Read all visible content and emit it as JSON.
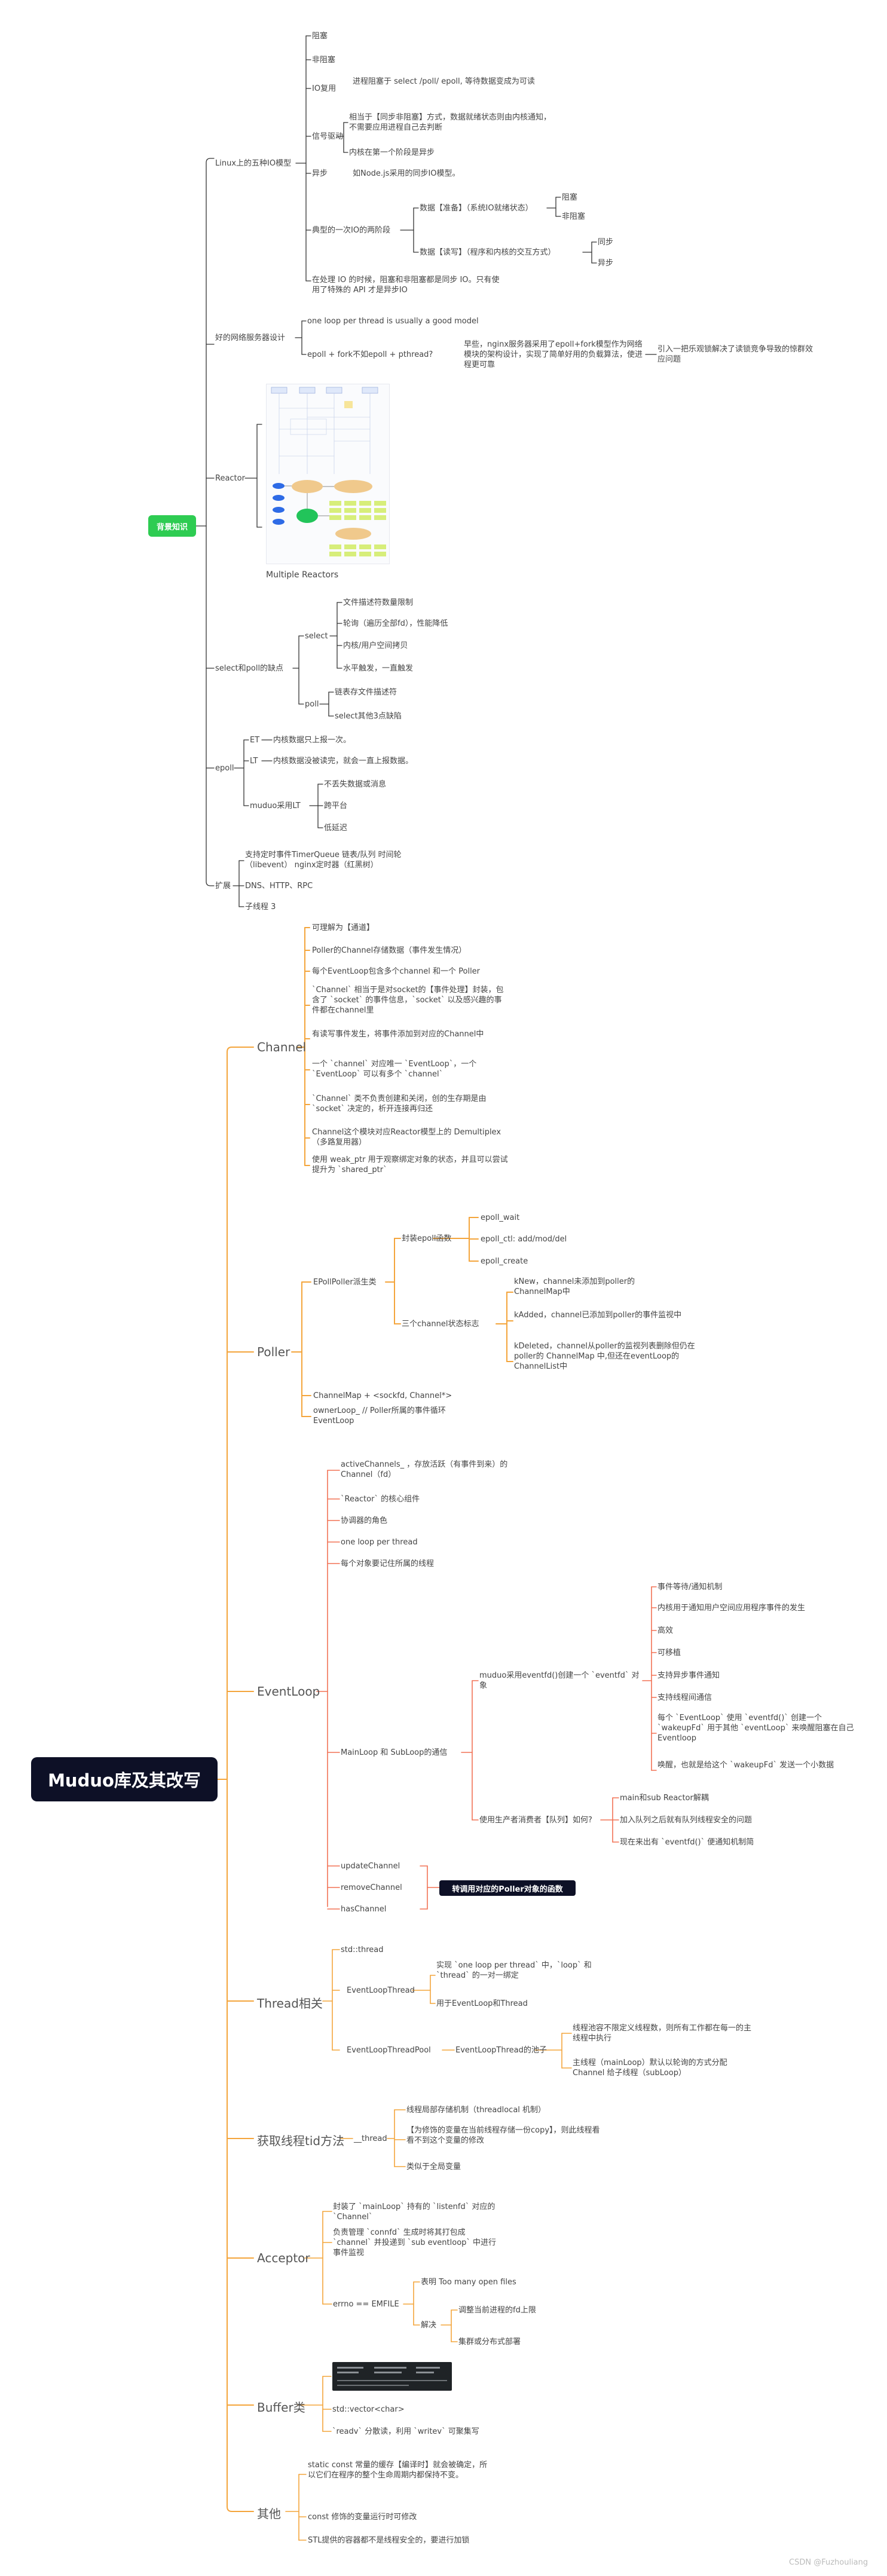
{
  "root": "Muduo库及其改写",
  "bg": {
    "title": "背景知识",
    "io_models": {
      "label": "Linux上的五种IO模型",
      "block": "阻塞",
      "nonblock": "非阻塞",
      "mux": "IO复用",
      "mux_note": "进程阻塞于 select /poll/ epoll, 等待数据变成为可读",
      "signal": "信号驱动",
      "signal_note1": "相当于【同步非阻塞】方式，数据就绪状态则由内核通知，不需要应用进程自己去判断",
      "signal_note2": "内核在第一个阶段是异步",
      "async": "异步",
      "async_note": "如Node.js采用的同步IO模型。",
      "typical": "典型的一次IO的两阶段",
      "stage1": "数据【准备】（系统IO就绪状态）",
      "stage1_a": "阻塞",
      "stage1_b": "非阻塞",
      "stage2": "数据【读写】（程序和内核的交互方式）",
      "stage2_a": "同步",
      "stage2_b": "异步",
      "summary": "在处理 IO 的时候，阻塞和非阻塞都是同步 IO。只有使用了特殊的 API 才是异步IO"
    },
    "server": {
      "label": "好的网络服务器设计",
      "one_loop": "one loop per thread is usually a good model",
      "epoll_fork": "epoll + fork不如epoll + pthread?",
      "epoll_fork_note": "早些，nginx服务器采用了epoll+fork模型作为网络模块的架构设计，实现了简单好用的负载算法，使进程更可靠",
      "herd": "引入一把乐观锁解决了读锁竞争导致的惊群效应问题"
    },
    "reactor": {
      "label": "Reactor",
      "caption": "Multiple Reactors"
    },
    "select_poll": {
      "label": "select和poll的缺点",
      "select": "select",
      "s1": "文件描述符数量限制",
      "s2": "轮询（遍历全部fd），性能降低",
      "s3": "内核/用户空间拷贝",
      "s4": "水平触发，一直触发",
      "poll": "poll",
      "p1": "链表存文件描述符",
      "p2": "select其他3点缺陷"
    },
    "epoll": {
      "label": "epoll",
      "et": "ET",
      "et_note": "内核数据只上报一次。",
      "lt": "LT",
      "lt_note": "内核数据没被读完，就会一直上报数据。",
      "muduo_lt": "muduo采用LT",
      "m1": "不丢失数据或消息",
      "m2": "跨平台",
      "m3": "低延迟"
    },
    "ext": {
      "label": "扩展",
      "e1": "支持定时事件TimerQueue 链表/队列 时间轮（libevent） nginx定时器（红黑树）",
      "e2": "DNS、HTTP、RPC",
      "e3": "子线程 3"
    }
  },
  "channel": {
    "label": "Channel",
    "items": [
      "可理解为【通道】",
      "Poller的Channel存储数据（事件发生情况）",
      "每个EventLoop包含多个channel 和一个 Poller",
      "`Channel` 相当于是对socket的【事件处理】封装，包含了 `socket` 的事件信息，`socket` 以及感兴趣的事件都在channel里",
      "有读写事件发生，将事件添加到对应的Channel中",
      "一个 `channel` 对应唯一 `EventLoop`，一个 `EventLoop` 可以有多个 `channel`",
      "`Channel` 类不负责创建和关闭，创的生存期是由 `socket` 决定的，析开连接再归还",
      "Channel这个模块对应Reactor模型上的 Demultiplex （多路复用器）",
      "使用 weak_ptr 用于观察绑定对象的状态，并且可以尝试提升为 `shared_ptr`"
    ]
  },
  "poller": {
    "label": "Poller",
    "epoll_poller": "EPollPoller派生类",
    "wrap": "封装epoll函数",
    "w1": "epoll_wait",
    "w2": "epoll_ctl: add/mod/del",
    "w3": "epoll_create",
    "states": "三个channel状态标志",
    "st1": "kNew，channel未添加到poller的ChannelMap中",
    "st2": "kAdded，channel已添加到poller的事件监视中",
    "st3": "kDeleted，channel从poller的监视列表删除但仍在poller的 ChannelMap 中,但还在eventLoop的ChannelList中",
    "map": "ChannelMap + <sockfd, Channel*>",
    "owner": "ownerLoop_ // Poller所属的事件循环EventLoop"
  },
  "eventloop": {
    "label": "EventLoop",
    "e1": "activeChannels_ ，存放活跃（有事件到来）的 Channel（fd）",
    "e2": "`Reactor` 的核心组件",
    "e3": "协调器的角色",
    "e4": "one loop per thread",
    "e5": "每个对象要记住所属的线程",
    "mainloop": "MainLoop 和 SubLoop的通信",
    "eventfd": "muduo采用eventfd()创建一个 `eventfd` 对象",
    "f1": "事件等待/通知机制",
    "f2": "内核用于通知用户空间应用程序事件的发生",
    "f3": "高效",
    "f4": "可移植",
    "f5": "支持异步事件通知",
    "f6": "支持线程间通信",
    "f7": "每个 `EventLoop` 使用 `eventfd()` 创建一个 `wakeupFd` 用于其他 `eventLoop` 来唤醒阻塞在自己 Eventloop",
    "f8": "唤醒，也就是给这个 `wakeupFd` 发送一个小数据",
    "producer": "使用生产者消费者【队列】如何?",
    "q1": "main和sub Reactor解耦",
    "q2": "加入队列之后就有队列线程安全的问题",
    "q3": "现在来出有 `eventfd()` 便通知机制简",
    "update": "updateChannel",
    "remove": "removeChannel",
    "has": "hasChannel",
    "hl": "转调用对应的Poller对象的函数"
  },
  "thread": {
    "label": "Thread相关",
    "std": "std::thread",
    "elt": "EventLoopThread",
    "elt1": "实现 `one loop per thread` 中，`loop` 和 `thread` 的一对一绑定",
    "elt2": "用于EventLoop和Thread",
    "pool": "EventLoopThreadPool",
    "pool_mid": "EventLoopThread的池子",
    "pool1": "线程池容不限定义线程数，则所有工作都在每一的主线程中执行",
    "pool2": "主线程（mainLoop）默认以轮询的方式分配Channel 给子线程（subLoop）"
  },
  "tid": {
    "label": "获取线程tid方法",
    "thread": "__thread",
    "t1": "线程局部存储机制（threadlocal 机制）",
    "t2": "【为修饰的变量在当前线程存储一份copy】，则此线程看看不到这个变量的修改",
    "t3": "类似于全局变量"
  },
  "acceptor": {
    "label": "Acceptor",
    "a1": "封装了 `mainLoop` 持有的 `listenfd` 对应的 `Channel`",
    "a2": "负责管理 `connfd` 生成时将其打包成 `channel` 并投递到 `sub eventloop` 中进行事件监视",
    "errno": "errno == EMFILE",
    "er1": "表明 Too many open files",
    "solve": "解决",
    "sv1": "调整当前进程的fd上限",
    "sv2": "集群或分布式部署"
  },
  "buffer": {
    "label": "Buffer类",
    "b1": "std::vector<char>",
    "b2": "`readv` 分散读，利用 `writev` 可聚集写"
  },
  "other": {
    "label": "其他",
    "o1": "static const 常量的缓存【编译时】就会被确定，所以它们在程序的整个生命周期内都保持不变。",
    "o2": "const 修饰的变量运行时可修改",
    "o3": "STL提供的容器都不是线程安全的，要进行加锁"
  },
  "watermark": "CSDN @Fuzhouliang"
}
